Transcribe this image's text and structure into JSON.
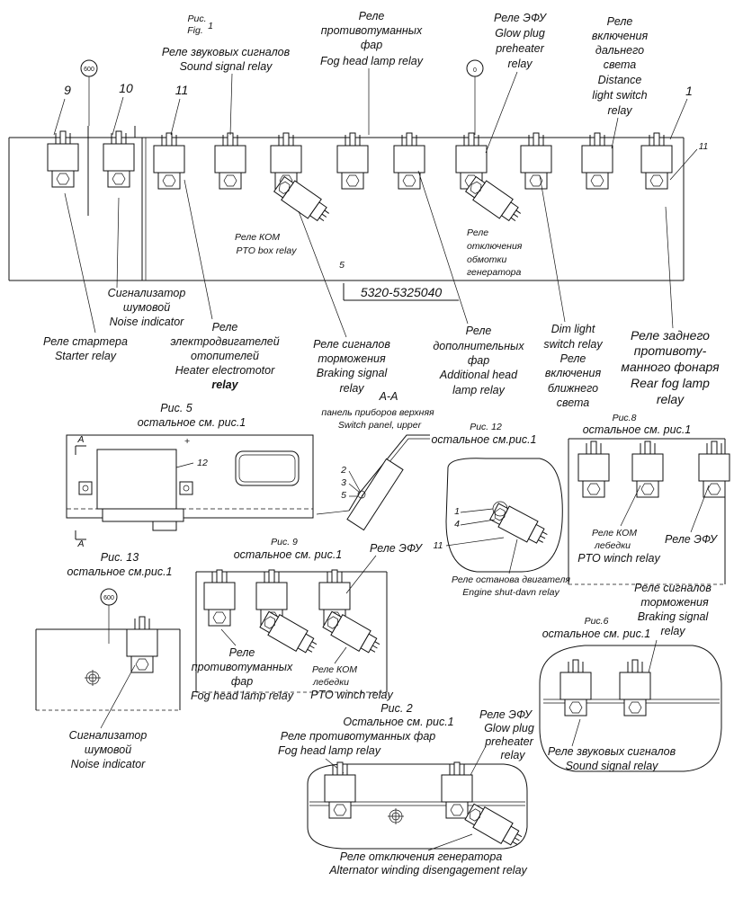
{
  "main": {
    "fig_ru": "Рис.",
    "fig_en": "Fig.",
    "fig_num": "1",
    "sound_ru": "Реле звуковых сигналов",
    "sound_en": "Sound signal relay",
    "fog_ru1": "Реле",
    "fog_ru2": "противотуманных",
    "fog_ru3": "фар",
    "fog_en": "Fog head lamp relay",
    "glow_ru": "Реле ЭФУ",
    "glow_en1": "Glow plug",
    "glow_en2": "preheater",
    "glow_en3": "relay",
    "dist_ru1": "Реле",
    "dist_ru2": "включения",
    "dist_ru3": "дальнего",
    "dist_ru4": "света",
    "dist_en1": "Distance",
    "dist_en2": "light switch",
    "dist_en3": "relay",
    "circle_600": "600",
    "circle_0": "0",
    "n9": "9",
    "n10": "10",
    "n11": "11",
    "n1": "1",
    "n11r": "11",
    "pto_ru": "Реле КОМ",
    "pto_en": "PTO box relay",
    "gen_ru1": "Реле",
    "gen_ru2": "отключения",
    "gen_ru3": "обмотки",
    "gen_ru4": "генератора",
    "panel_code": "5320-5325040",
    "noise_ru1": "Сигнализатор",
    "noise_ru2": "шумовой",
    "noise_en": "Noise indicator",
    "starter_ru": "Реле стартера",
    "starter_en": "Starter relay",
    "heat_ru1": "Реле",
    "heat_ru2": "электродвигателей",
    "heat_ru3": "отопителей",
    "heat_en1": "Heater electromotor",
    "heat_en2": "relay",
    "brake_ru1": "Реле сигналов",
    "brake_ru2": "торможения",
    "brake_en1": "Braking signal",
    "brake_en2": "relay",
    "add_ru1": "Реле",
    "add_ru2": "дополнительных",
    "add_ru3": "фар",
    "add_en1": "Additional head",
    "add_en2": "lamp relay",
    "dim_en1": "Dim light",
    "dim_en2": "switch relay",
    "dim_ru1": "Реле",
    "dim_ru2": "включения",
    "dim_ru3": "ближнего",
    "dim_ru4": "света",
    "rear_ru1": "Реле заднего",
    "rear_ru2": "противоту-",
    "rear_ru3": "манного фонаря",
    "rear_en1": "Rear fog lamp",
    "rear_en2": "relay"
  },
  "fig5": {
    "title": "Рис. 5",
    "rest": "остальное см. рис.1",
    "a1": "A",
    "a2": "A",
    "n12": "12",
    "plus": "+"
  },
  "section_aa": {
    "title": "А-А",
    "ru": "панель приборов верхняя",
    "en": "Switch panel, upper",
    "n2": "2",
    "n3": "3",
    "n5": "5"
  },
  "fig12": {
    "title": "Рис. 12",
    "rest": "остальное см.рис.1",
    "n1": "1",
    "n4": "4",
    "n11": "11",
    "stop_ru": "Реле останова двигателя",
    "stop_en": "Engine shut-davn relay"
  },
  "fig8": {
    "title": "Рис.8",
    "rest": "остальное см. рис.1",
    "pto_ru1": "Реле КОМ",
    "pto_ru2": "лебедки",
    "pto_en": "PTO winch relay",
    "efu": "Реле ЭФУ"
  },
  "fig13": {
    "title": "Рис. 13",
    "rest": "остальное см.рис.1",
    "circle": "600",
    "noise_ru1": "Сигнализатор",
    "noise_ru2": "шумовой",
    "noise_en": "Noise indicator"
  },
  "fig9": {
    "title": "Рис. 9",
    "rest": "остальное см. рис.1",
    "efu": "Реле ЭФУ",
    "fog_ru1": "Реле",
    "fog_ru2": "противотуманных",
    "fog_ru3": "фар",
    "fog_en": "Fog head lamp relay",
    "pto_ru1": "Реле КОМ",
    "pto_ru2": "лебедки",
    "pto_en": "PTO winch relay"
  },
  "fig6": {
    "brake_ru1": "Реле сигналов",
    "brake_ru2": "торможения",
    "brake_en1": "Braking signal",
    "brake_en2": "relay",
    "title": "Рис.6",
    "rest": "остальное см. рис.1",
    "sound_ru": "Реле звуковых сигналов",
    "sound_en": "Sound signal relay"
  },
  "fig2": {
    "title": "Рис. 2",
    "rest": "Остальное см. рис.1",
    "fog_ru": "Реле противотуманных фар",
    "fog_en": "Fog head lamp relay",
    "glow_ru": "Реле ЭФУ",
    "glow_en1": "Glow plug",
    "glow_en2": "preheater",
    "glow_en3": "relay",
    "gen_ru": "Реле отключения генератора",
    "gen_en": "Alternator winding disengagement relay"
  }
}
